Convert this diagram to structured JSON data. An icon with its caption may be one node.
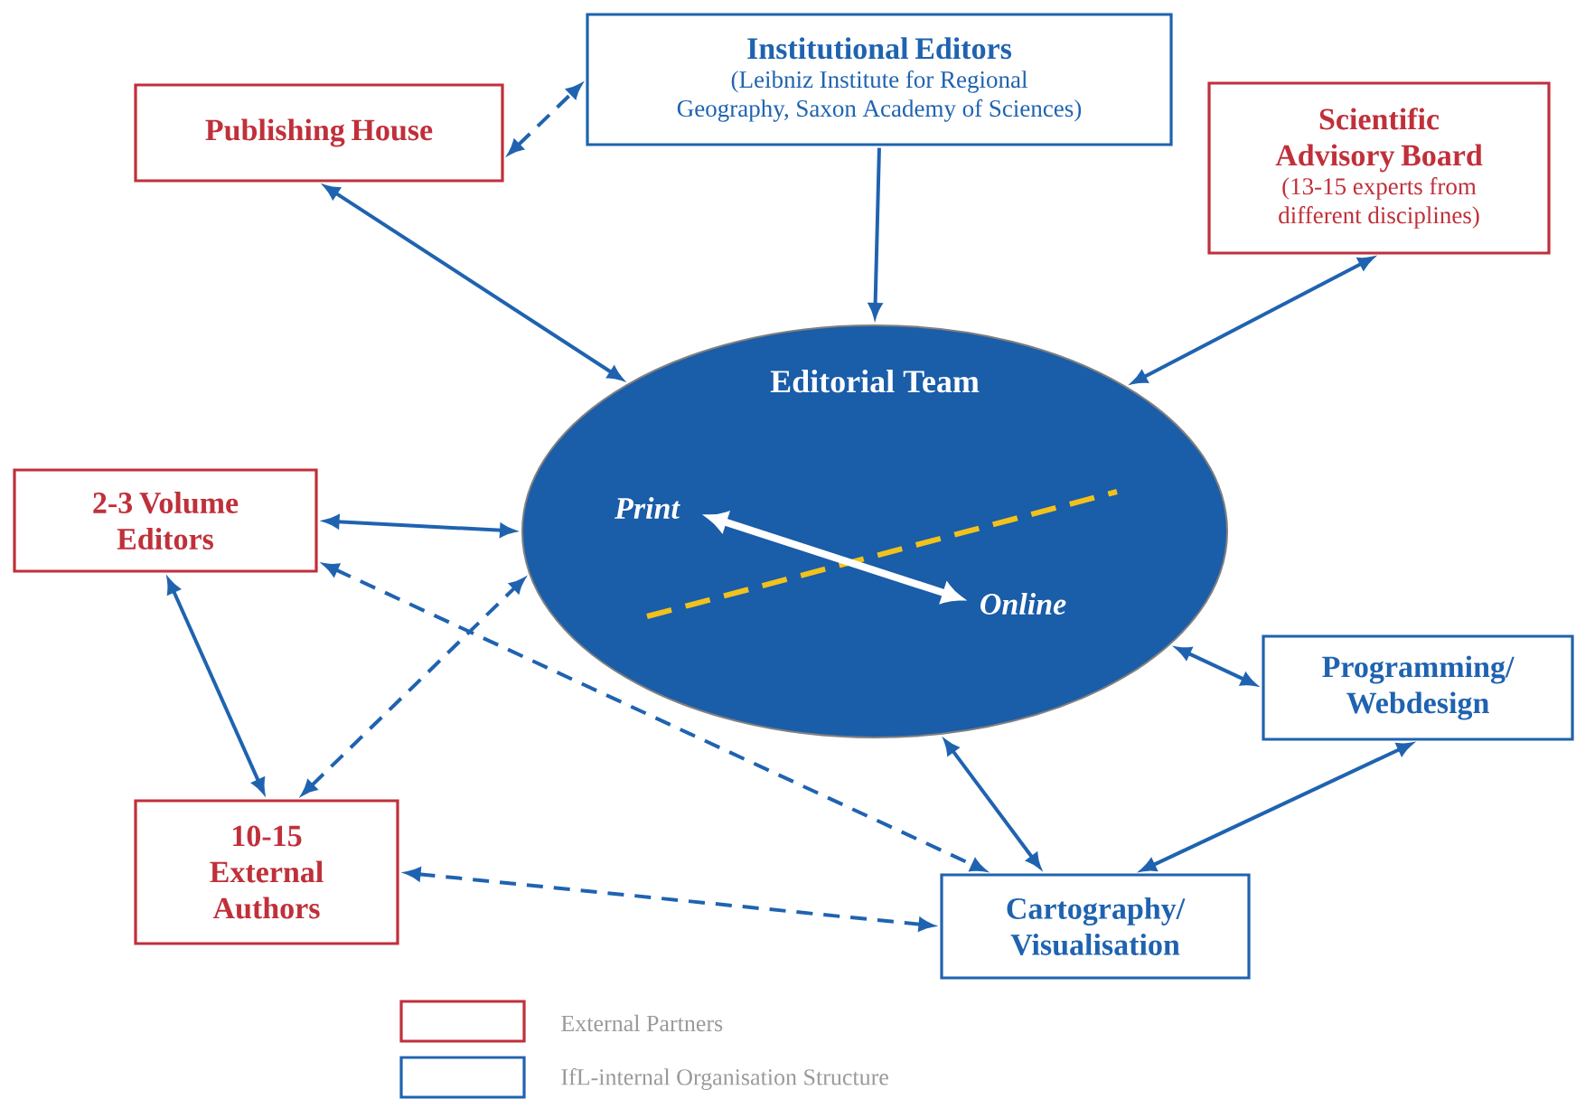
{
  "diagram": {
    "nodes": [
      {
        "text": [
          "Publishing House"
        ]
      },
      {
        "text": [
          "Institutional Editors",
          "(Leibniz Institute for Regional Geography, Saxon Academy of Sciences)"
        ]
      },
      {
        "text": [
          "Scientific Advisory Board",
          "(13-15 experts from different disciplines)"
        ]
      },
      {
        "text": [
          "Editorial Team"
        ]
      },
      {
        "text": [
          "Print"
        ],
        "in": 3
      },
      {
        "text": [
          "Online"
        ],
        "in": 3
      },
      {
        "text": [
          "2-3 Volume Editors"
        ]
      },
      {
        "text": [
          "Programming/ Webdesign"
        ]
      },
      {
        "text": [
          "10-15 External Authors"
        ]
      },
      {
        "text": [
          "Cartography/ Visualisation"
        ]
      }
    ],
    "edges": [
      {
        "from": 0,
        "to": 1,
        "arrow": "both",
        "style": "dashed"
      },
      {
        "from": 0,
        "to": 3,
        "arrow": "both"
      },
      {
        "from": 1,
        "to": 3,
        "arrow": "to"
      },
      {
        "from": 2,
        "to": 3,
        "arrow": "both"
      },
      {
        "from": 6,
        "to": 3,
        "arrow": "both"
      },
      {
        "from": 6,
        "to": 9,
        "arrow": "both",
        "style": "dashed"
      },
      {
        "from": 6,
        "to": 8,
        "arrow": "both"
      },
      {
        "from": 8,
        "to": 3,
        "arrow": "both",
        "style": "dashed"
      },
      {
        "from": 8,
        "to": 9,
        "arrow": "both",
        "style": "dashed"
      },
      {
        "from": 3,
        "to": 7,
        "arrow": "both"
      },
      {
        "from": 3,
        "to": 9,
        "arrow": "both"
      },
      {
        "from": 7,
        "to": 9,
        "arrow": "both"
      },
      {
        "from": 4,
        "to": 5,
        "arrow": "both",
        "style": "thick",
        "color": "#ffffff"
      }
    ],
    "legend": [
      {
        "text": "External Partners",
        "color": "#c0303a"
      },
      {
        "text": "IfL-internal Organisation Structure",
        "color": "#1f63b0"
      }
    ]
  }
}
